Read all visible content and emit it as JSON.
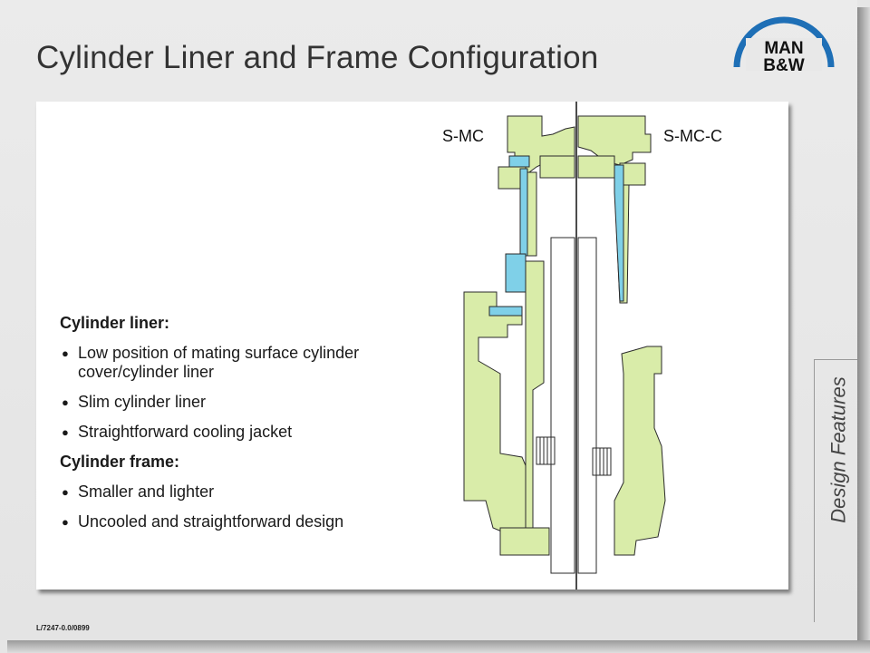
{
  "slide": {
    "title": "Cylinder Liner and Frame Configuration",
    "logo": {
      "line1": "MAN",
      "line2": "B&W"
    },
    "side_label": "Design Features",
    "footer_code": "L/7247-0.0/0899"
  },
  "content": {
    "liner_heading": "Cylinder liner:",
    "liner_bullets": [
      "Low position of mating surface cylinder cover/cylinder liner",
      "Slim cylinder liner",
      "Straightforward cooling jacket"
    ],
    "frame_heading": "Cylinder frame:",
    "frame_bullets": [
      "Smaller and lighter",
      "Uncooled and straightforward design"
    ]
  },
  "diagram": {
    "left_label": "S-MC",
    "right_label": "S-MC-C",
    "colors": {
      "casting": "#d9eca9",
      "coolant": "#7fd0e8",
      "line": "#2a2a2a"
    }
  }
}
